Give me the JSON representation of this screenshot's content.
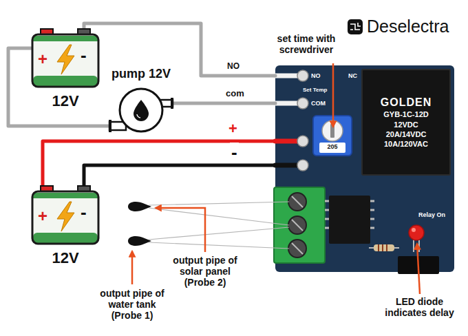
{
  "diagram": {
    "nodes": [
      {
        "text": [
          "+",
          "-",
          "12V"
        ]
      },
      {
        "text": [
          "pump 12V"
        ]
      },
      {
        "text": [
          "NO",
          "NC",
          "Set Temp",
          "COM",
          "205",
          "Relay On"
        ]
      },
      {
        "text": [
          "GOLDEN",
          "GYB-1C-12D",
          "12VDC",
          "20A/14VDC",
          "10A/120VAC"
        ],
        "in": 2
      },
      {
        "text": [
          "+",
          "-",
          "12V"
        ]
      }
    ],
    "edges": [
      {
        "from": 0,
        "to": 2,
        "arrow": "none",
        "label": "NO"
      },
      {
        "from": 0,
        "to": 1,
        "arrow": "none"
      },
      {
        "from": 1,
        "to": 2,
        "arrow": "none",
        "label": "com"
      },
      {
        "from": 4,
        "to": 2,
        "arrow": "none",
        "label": "+"
      },
      {
        "from": 4,
        "to": 2,
        "arrow": "none",
        "label": "-"
      }
    ],
    "labels": [
      "Deselectra",
      "set time with screwdriver",
      "output pipe of solar panel (Probe 2)",
      "output pipe of water tank (Probe 1)",
      "LED diode indicates delay"
    ]
  }
}
